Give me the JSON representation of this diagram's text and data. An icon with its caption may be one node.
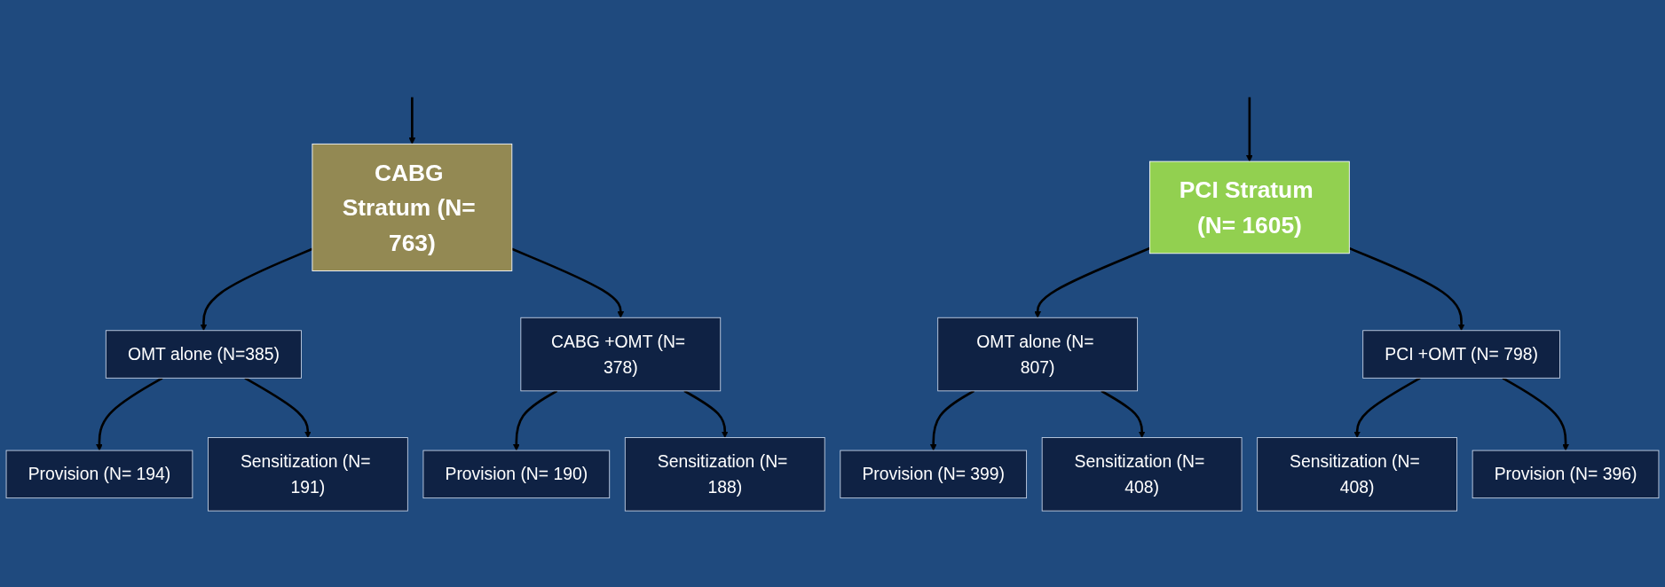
{
  "diagram": {
    "nodes": [
      {
        "text": [
          "CABG Stratum (N= 763)"
        ]
      },
      {
        "text": [
          "PCI Stratum (N= 1605)"
        ]
      },
      {
        "text": [
          "OMT alone (N=385)"
        ]
      },
      {
        "text": [
          "CABG +OMT (N= 378)"
        ]
      },
      {
        "text": [
          "OMT alone (N= 807)"
        ]
      },
      {
        "text": [
          "PCI +OMT (N= 798)"
        ]
      },
      {
        "text": [
          "Provision (N= 194)"
        ]
      },
      {
        "text": [
          "Sensitization (N= 191)"
        ]
      },
      {
        "text": [
          "Provision (N= 190)"
        ]
      },
      {
        "text": [
          "Sensitization (N= 188)"
        ]
      },
      {
        "text": [
          "Provision (N= 399)"
        ]
      },
      {
        "text": [
          "Sensitization (N= 408)"
        ]
      },
      {
        "text": [
          "Sensitization (N= 408)"
        ]
      },
      {
        "text": [
          "Provision (N= 396)"
        ]
      }
    ],
    "edges": [
      {
        "from": null,
        "to": 0,
        "arrow": "to"
      },
      {
        "from": null,
        "to": 1,
        "arrow": "to"
      },
      {
        "from": 0,
        "to": 2,
        "arrow": "to"
      },
      {
        "from": 0,
        "to": 3,
        "arrow": "to"
      },
      {
        "from": 1,
        "to": 4,
        "arrow": "to"
      },
      {
        "from": 1,
        "to": 5,
        "arrow": "to"
      },
      {
        "from": 2,
        "to": 6,
        "arrow": "to"
      },
      {
        "from": 2,
        "to": 7,
        "arrow": "to"
      },
      {
        "from": 3,
        "to": 8,
        "arrow": "to"
      },
      {
        "from": 3,
        "to": 9,
        "arrow": "to"
      },
      {
        "from": 4,
        "to": 10,
        "arrow": "to"
      },
      {
        "from": 4,
        "to": 11,
        "arrow": "to"
      },
      {
        "from": 5,
        "to": 12,
        "arrow": "to"
      },
      {
        "from": 5,
        "to": 13,
        "arrow": "to"
      }
    ]
  }
}
